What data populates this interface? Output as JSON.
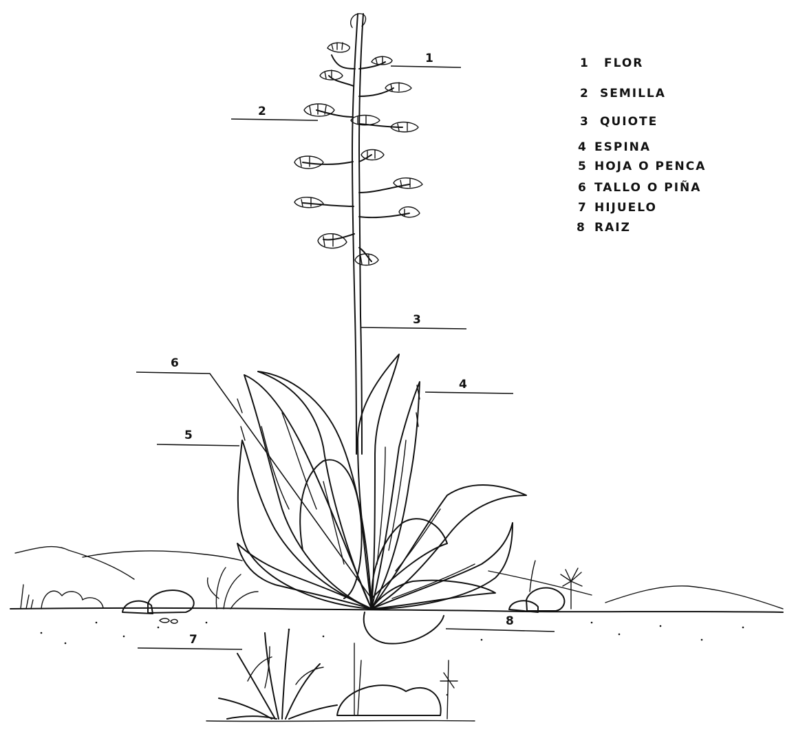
{
  "callouts": [
    {
      "number": "1",
      "label": "FLOR"
    },
    {
      "number": "2",
      "label": "SEMILLA"
    },
    {
      "number": "3",
      "label": "QUIOTE"
    },
    {
      "number": "4",
      "label": "ESPINA"
    },
    {
      "number": "5",
      "label": "HOJA O PENCA"
    },
    {
      "number": "6",
      "label": "TALLO O PIÑA"
    },
    {
      "number": "7",
      "label": "HIJUELO"
    },
    {
      "number": "8",
      "label": "RAIZ"
    }
  ]
}
